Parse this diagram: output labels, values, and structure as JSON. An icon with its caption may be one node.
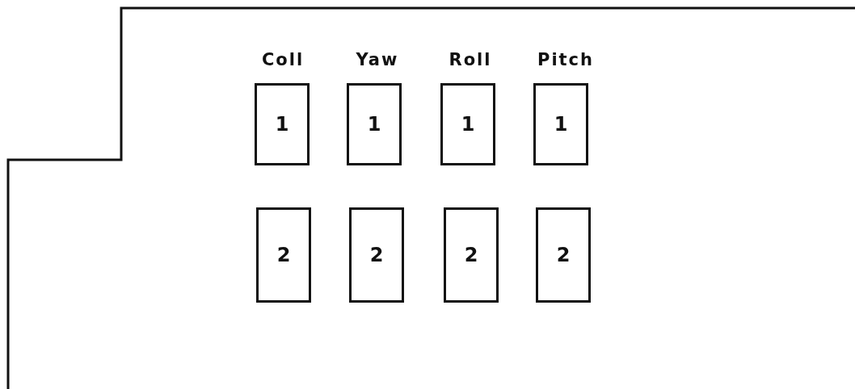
{
  "diagram": {
    "nodes": [
      {
        "text": [],
        "shape": "box"
      },
      {
        "text": [
          "1"
        ],
        "in": 0
      },
      {
        "text": [
          "1"
        ],
        "in": 0
      },
      {
        "text": [
          "1"
        ],
        "in": 0
      },
      {
        "text": [
          "1"
        ],
        "in": 0
      },
      {
        "text": [
          "2"
        ],
        "in": 0
      },
      {
        "text": [
          "2"
        ],
        "in": 0
      },
      {
        "text": [
          "2"
        ],
        "in": 0
      },
      {
        "text": [
          "2"
        ],
        "in": 0
      }
    ],
    "edges": [],
    "labels": [
      "Coll",
      "Yaw",
      "Roll",
      "Pitch"
    ]
  }
}
